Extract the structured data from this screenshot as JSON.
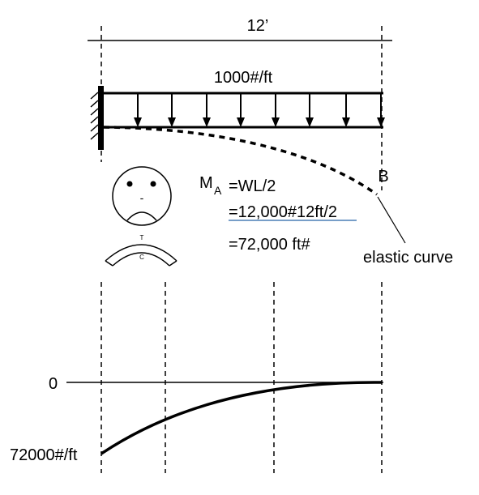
{
  "span_label": "12’",
  "load_label": "1000#/ft",
  "moment": {
    "symbol": "M",
    "subscript": "A",
    "eq1": "=WL/2",
    "eq2": "=12,000#12ft/2",
    "eq3": "=72,000 ft#"
  },
  "point_b_label": "B",
  "elastic_curve_label": "elastic curve",
  "bend_icon": {
    "top_label": "T",
    "bottom_label": "C"
  },
  "face_icon": {
    "name": "frowning-face-icon",
    "nose": "-"
  },
  "moment_diagram": {
    "zero_label": "0",
    "max_label": "72000#/ft"
  },
  "colors": {
    "underline": "#4a7fb5",
    "line": "#000000"
  }
}
